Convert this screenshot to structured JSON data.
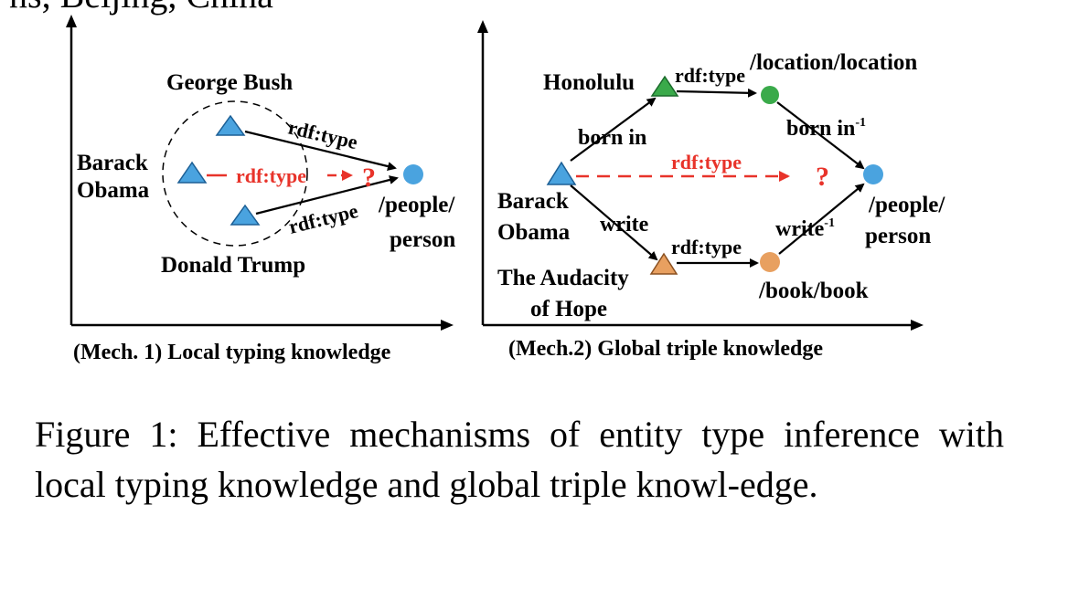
{
  "header_fragment": "ns, Beijing, China",
  "panel1": {
    "caption": "(Mech. 1) Local typing knowledge",
    "george_bush": "George Bush",
    "barack_line1": "Barack",
    "barack_line2": "Obama",
    "donald_trump": "Donald Trump",
    "rdf_type_top": "rdf:type",
    "rdf_type_mid": "rdf:type",
    "rdf_type_bottom": "rdf:type",
    "question": "?",
    "target_line1": "/people/",
    "target_line2": "person"
  },
  "panel2": {
    "caption": "(Mech.2) Global triple knowledge",
    "honolulu": "Honolulu",
    "location": "/location/location",
    "rdf_type_top": "rdf:type",
    "born_in": "born in",
    "born_in_inv": "born in",
    "inv_sup": "-1",
    "rdf_type_mid": "rdf:type",
    "question": "?",
    "barack_line1": "Barack",
    "barack_line2": "Obama",
    "write": "write",
    "write_inv": "write",
    "target_line1": "/people/",
    "target_line2": "person",
    "rdf_type_bottom": "rdf:type",
    "book_line1": "The Audacity",
    "book_line2": "of Hope",
    "book_type": "/book/book"
  },
  "figure_caption": "Figure 1: Effective mechanisms of entity type inference with local typing knowledge and global triple knowl-edge.",
  "colors": {
    "entity_blue": "#4aa3df",
    "location_green": "#3aaa4a",
    "book_orange": "#e8a060",
    "predicted_red": "#e8332a"
  }
}
